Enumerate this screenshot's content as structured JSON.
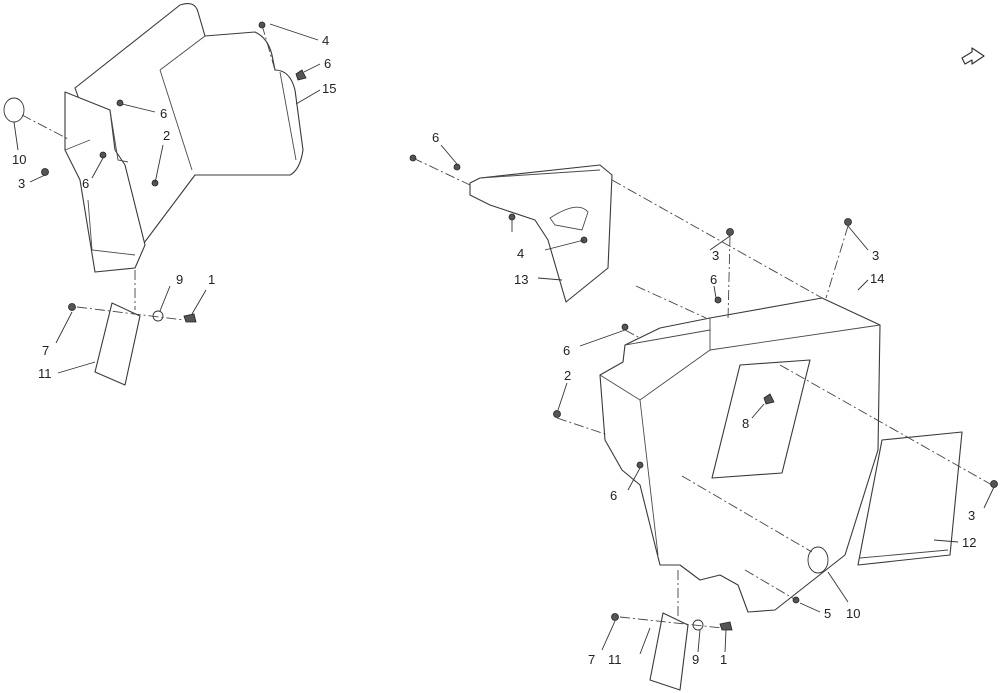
{
  "callouts": {
    "n1": "1",
    "n2": "2",
    "n3": "3",
    "n4": "4",
    "n5": "5",
    "n6": "6",
    "n7": "7",
    "n8": "8",
    "n9": "9",
    "n10": "10",
    "n11": "11",
    "n12": "12",
    "n13": "13",
    "n14": "14",
    "n15": "15"
  },
  "icons": {
    "corner": "arrow-icon"
  },
  "colors": {
    "line": "#3a3a3a",
    "background": "#ffffff"
  }
}
